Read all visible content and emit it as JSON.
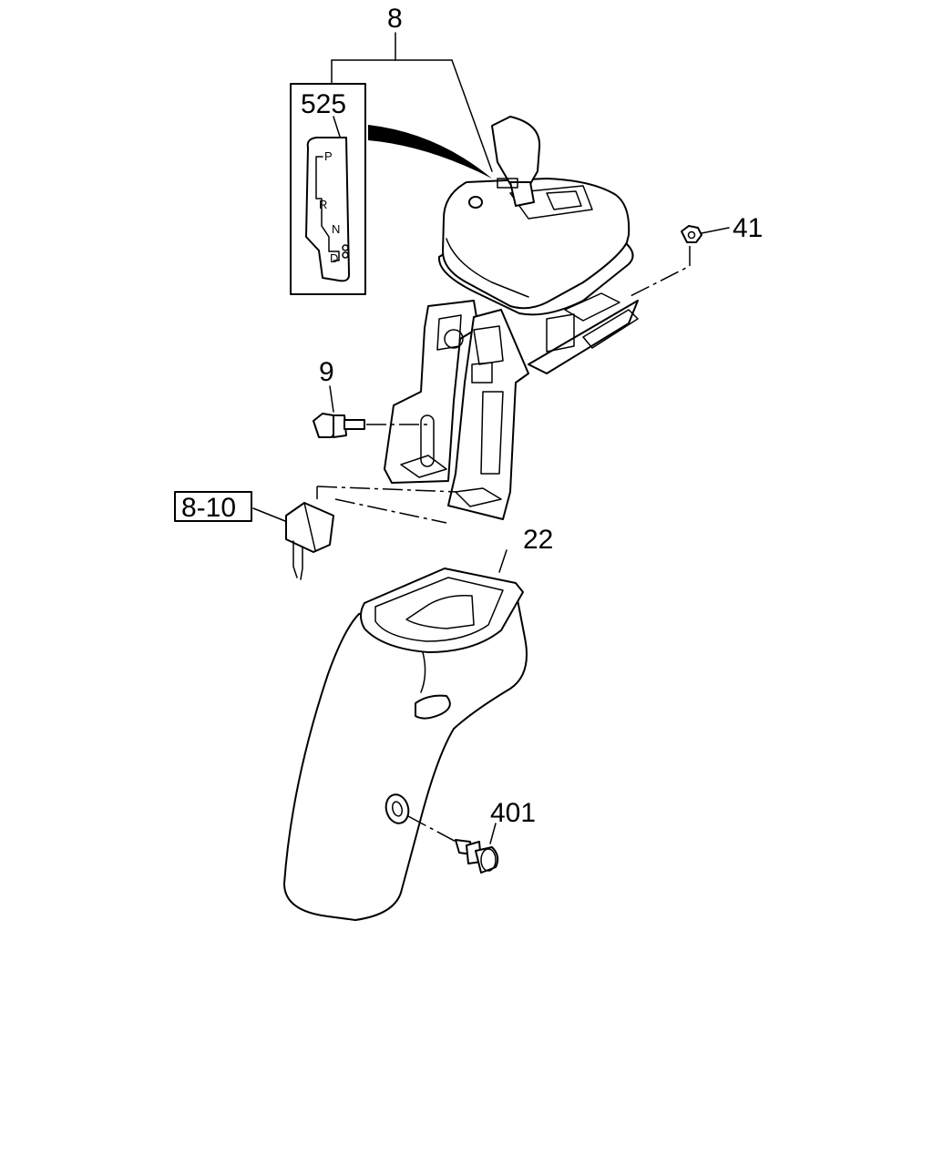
{
  "callouts": {
    "c8": "8",
    "c525": "525",
    "c41": "41",
    "c9": "9",
    "c810": "8-10",
    "c22": "22",
    "c401": "401"
  },
  "gate_pattern": {
    "p": "P",
    "r": "R",
    "n": "N",
    "d": "D"
  }
}
